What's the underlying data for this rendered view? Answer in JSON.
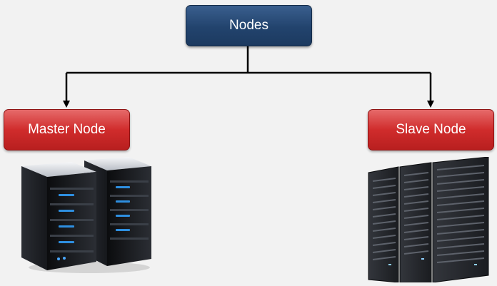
{
  "diagram": {
    "root": {
      "label": "Nodes"
    },
    "children": [
      {
        "id": "master",
        "label": "Master Node",
        "image": "server-tower-icon"
      },
      {
        "id": "slave",
        "label": "Slave Node",
        "image": "server-rack-icon"
      }
    ]
  },
  "colors": {
    "background": "#f2f2f2",
    "root_fill": "#22436d",
    "child_fill": "#d02c2c",
    "connector": "#000000"
  }
}
